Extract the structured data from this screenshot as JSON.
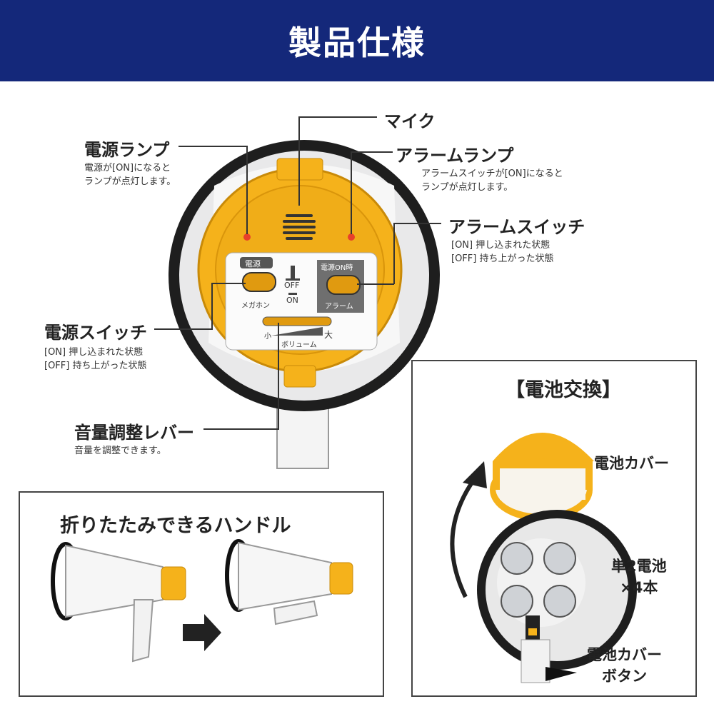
{
  "header": {
    "title": "製品仕様"
  },
  "labels": {
    "mic": {
      "title": "マイク"
    },
    "power_lamp": {
      "title": "電源ランプ",
      "desc": [
        "電源が[ON]になると",
        "ランプが点灯します。"
      ]
    },
    "alarm_lamp": {
      "title": "アラームランプ",
      "desc": [
        "アラームスイッチが[ON]になると",
        "ランプが点灯します。"
      ]
    },
    "alarm_switch": {
      "title": "アラームスイッチ",
      "desc": [
        "[ON]  押し込まれた状態",
        "[OFF] 持ち上がった状態"
      ]
    },
    "power_switch": {
      "title": "電源スイッチ",
      "desc": [
        "[ON]  押し込まれた状態",
        "[OFF] 持ち上がった状態"
      ]
    },
    "volume_lever": {
      "title": "音量調整レバー",
      "desc": [
        "音量を調整できます。"
      ]
    }
  },
  "device_text": {
    "power_tag": "電源",
    "off": "OFF",
    "on": "ON",
    "megaphone": "メガホン",
    "alarm_on": "電源ON時",
    "alarm": "アラーム",
    "small": "小",
    "large": "大",
    "volume": "ボリューム"
  },
  "handle_box": {
    "title": "折りたたみできるハンドル"
  },
  "battery_box": {
    "title": "【電池交換】",
    "cover": "電池カバー",
    "batteries": [
      "単2電池",
      "×4本"
    ],
    "button": [
      "電池カバー",
      "ボタン"
    ]
  },
  "colors": {
    "header": "#14287a",
    "accent": "#f5b21b",
    "lamp": "#e8402a"
  }
}
